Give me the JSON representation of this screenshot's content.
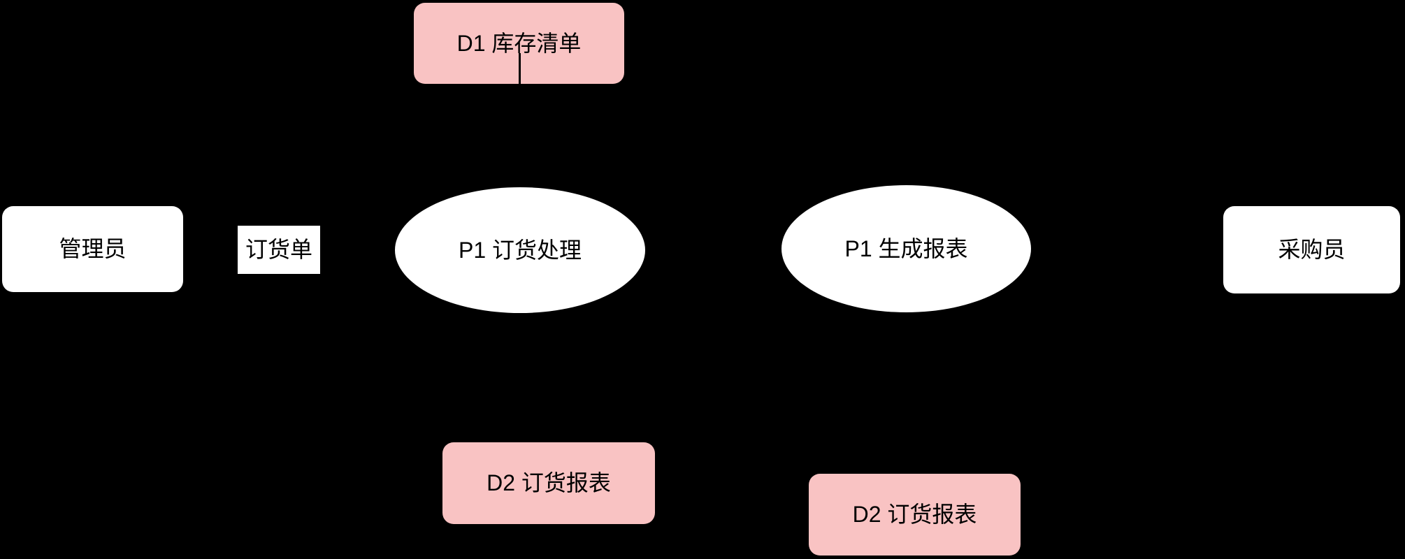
{
  "diagram": {
    "kind": "data-flow-diagram",
    "background_color": "#000000",
    "node_fill_color": "#ffffff",
    "datastore_fill_color": "#f9c3c3",
    "text_color": "#000000",
    "connector_color": "#000000"
  },
  "nodes": {
    "d1_inventory": {
      "label": "D1 库存清单",
      "kind": "data-store"
    },
    "admin": {
      "label": "管理员",
      "kind": "external-entity"
    },
    "order_form": {
      "label": "订货单",
      "kind": "flow-label"
    },
    "process_order": {
      "label": "P1 订货处理",
      "kind": "process"
    },
    "generate_report": {
      "label": "P1 生成报表",
      "kind": "process"
    },
    "purchaser": {
      "label": "采购员",
      "kind": "external-entity"
    },
    "d2_report_left": {
      "label": "D2 订货报表",
      "kind": "data-store"
    },
    "d2_report_right": {
      "label": "D2 订货报表",
      "kind": "data-store"
    }
  },
  "connectors": [
    {
      "from": "d1_inventory",
      "direction": "down",
      "visible_segment": "inside D1 box, centre-bottom"
    }
  ]
}
